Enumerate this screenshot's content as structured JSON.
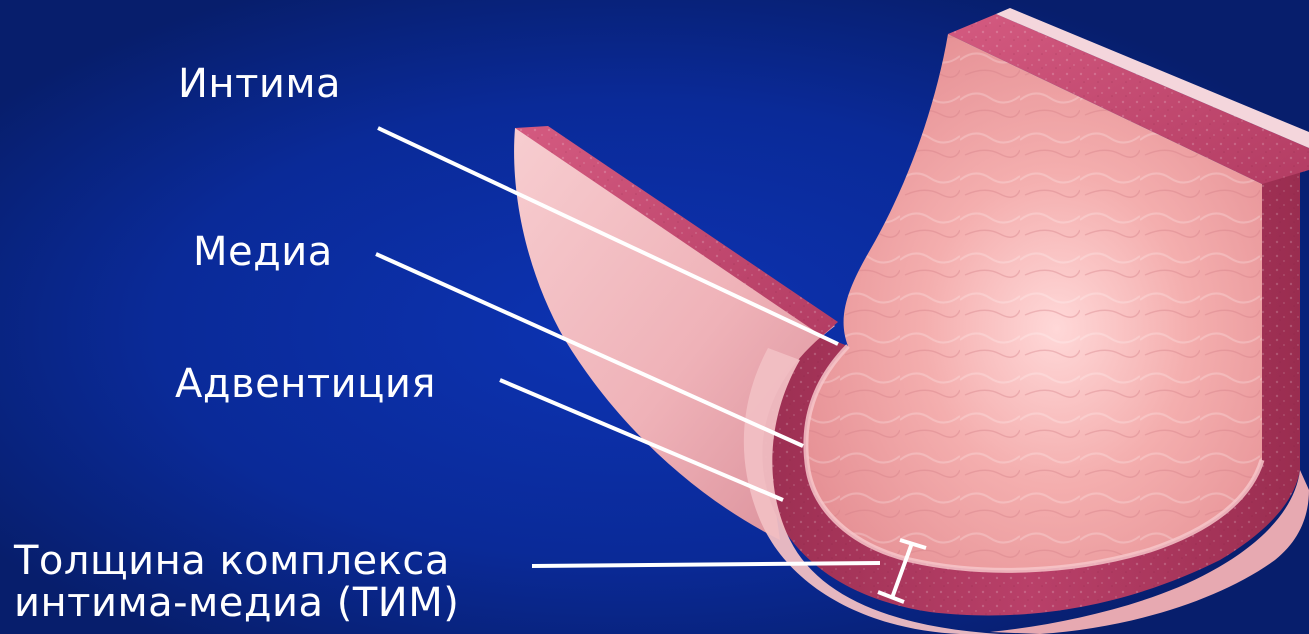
{
  "labels": {
    "intima": "Интима",
    "media": "Медиа",
    "adventitia": "Адвентиция",
    "tim_line1": "Толщина комплекса",
    "tim_line2": "интима-медиа (ТИМ)"
  },
  "colors": {
    "background": "#0a2a96",
    "leader_lines": "#ffffff",
    "inner_lumen": "#f2a0a0",
    "wall_media": "#b43c64",
    "outer_adventitia": "#f3c2c2"
  }
}
